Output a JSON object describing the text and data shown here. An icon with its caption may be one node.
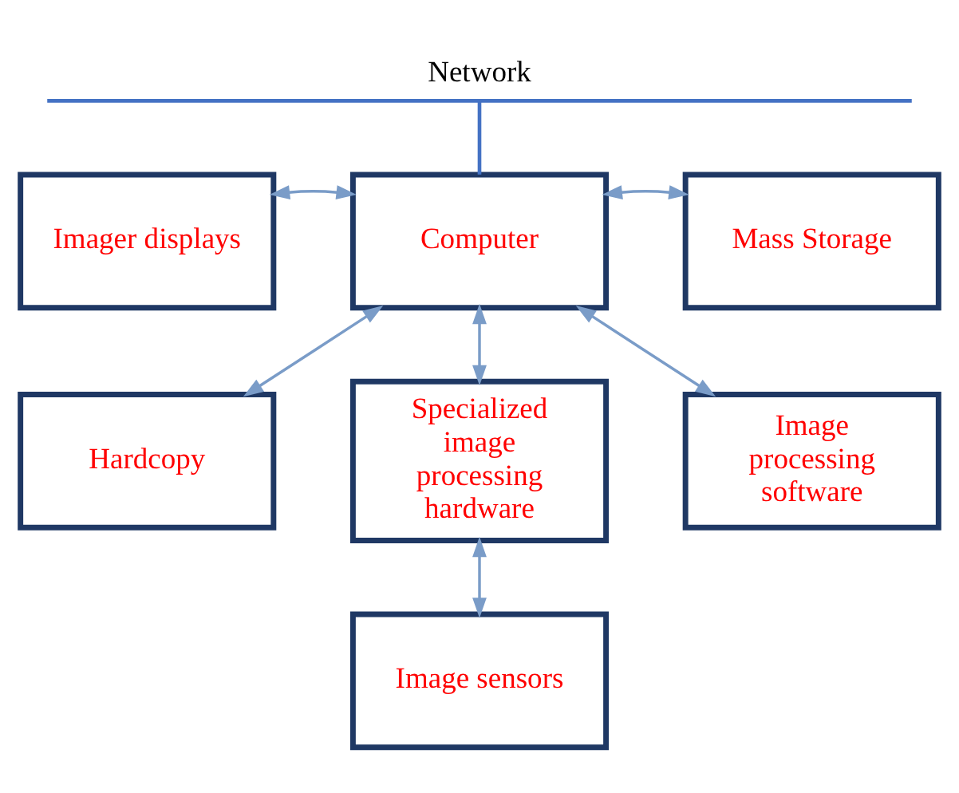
{
  "diagram": {
    "nodes": [
      {
        "text": [
          "Network"
        ]
      },
      {
        "text": [
          "Imager displays"
        ]
      },
      {
        "text": [
          "Computer"
        ]
      },
      {
        "text": [
          "Mass Storage"
        ]
      },
      {
        "text": [
          "Hardcopy"
        ]
      },
      {
        "text": [
          "Specialized image processing hardware"
        ]
      },
      {
        "text": [
          "Image processing software"
        ]
      },
      {
        "text": [
          "Image sensors"
        ]
      }
    ],
    "edges": [
      {
        "from": 2,
        "to": 0,
        "arrow": "none"
      },
      {
        "from": 1,
        "to": 2,
        "arrow": "both"
      },
      {
        "from": 2,
        "to": 3,
        "arrow": "both"
      },
      {
        "from": 2,
        "to": 4,
        "arrow": "both"
      },
      {
        "from": 2,
        "to": 5,
        "arrow": "both"
      },
      {
        "from": 2,
        "to": 6,
        "arrow": "both"
      },
      {
        "from": 5,
        "to": 7,
        "arrow": "both"
      }
    ]
  }
}
